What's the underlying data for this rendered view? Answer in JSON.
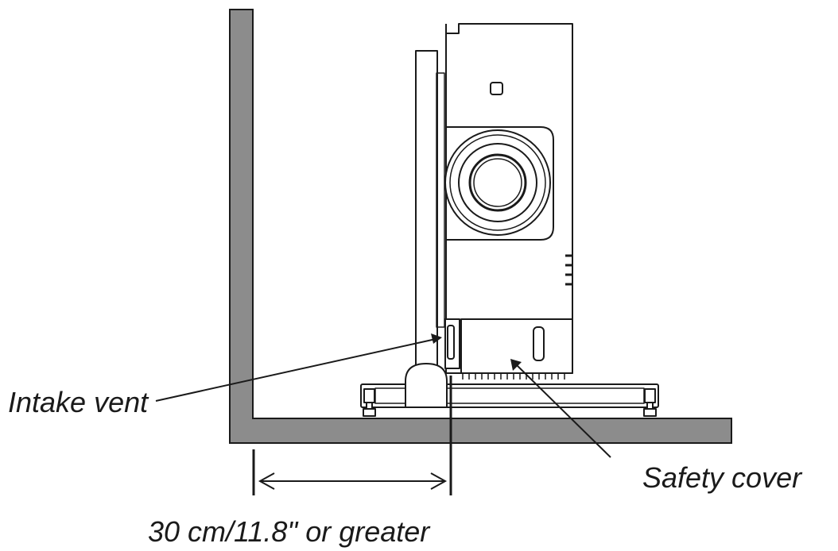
{
  "labels": {
    "intake_vent": "Intake vent",
    "safety_cover": "Safety cover",
    "distance": "30 cm/11.8\" or greater"
  },
  "colors": {
    "wall": "#8c8c8c",
    "outline": "#1a1a1a",
    "background": "#ffffff"
  }
}
